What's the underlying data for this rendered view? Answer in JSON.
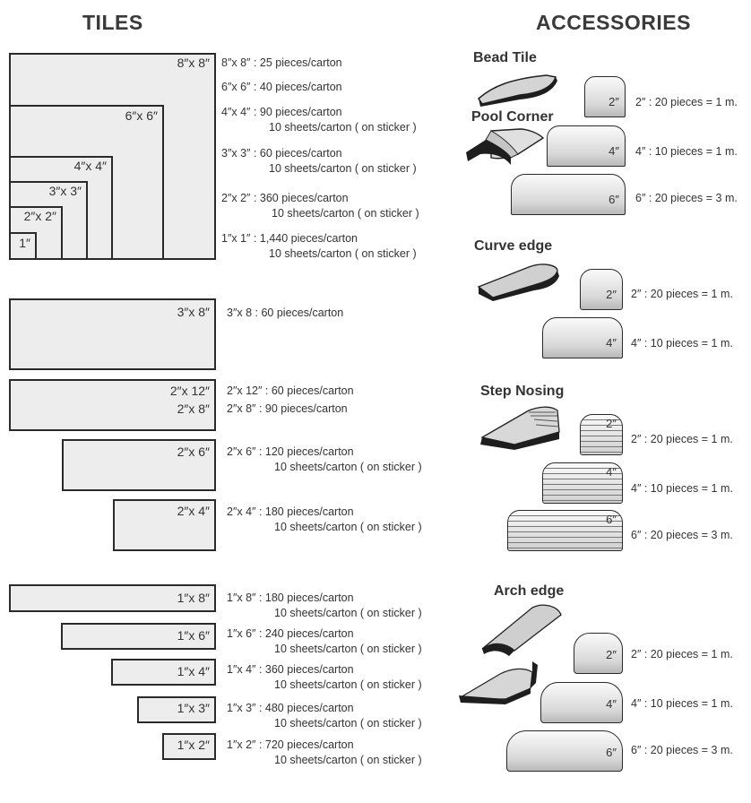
{
  "headings": {
    "tiles": "TILES",
    "accessories": "ACCESSORIES"
  },
  "nested_tiles": {
    "labels": [
      "8″x 8″",
      "6″x 6″",
      "4″x 4″",
      "3″x 3″",
      "2″x 2″",
      "1″"
    ],
    "specs": [
      {
        "line1": "8″x 8″ :  25 pieces/carton",
        "line2": ""
      },
      {
        "line1": "6″x 6″ :  40 pieces/carton",
        "line2": ""
      },
      {
        "line1": "4″x 4″ :  90 pieces/carton",
        "line2": "10 sheets/carton ( on sticker )"
      },
      {
        "line1": "3″x 3″ :  60 pieces/carton",
        "line2": "10 sheets/carton ( on sticker )"
      },
      {
        "line1": "2″x 2″ :  360 pieces/carton",
        "line2": "10 sheets/carton ( on sticker )"
      },
      {
        "line1": "1″x 1″ :  1,440 pieces/carton",
        "line2": "10 sheets/carton ( on sticker )"
      }
    ]
  },
  "rect_tiles": [
    {
      "label": "3″x 8″",
      "line1": "3″x 8 :   60 pieces/carton",
      "line2": ""
    },
    {
      "label": "2″x 12″",
      "line1": "2″x 12″ :  60 pieces/carton",
      "line2": ""
    },
    {
      "label": "2″x 8″",
      "line1": "2″x  8″ :  90 pieces/carton",
      "line2": ""
    },
    {
      "label": "2″x 6″",
      "line1": "2″x 6″ :  120 pieces/carton",
      "line2": "10 sheets/carton ( on sticker )"
    },
    {
      "label": "2″x 4″",
      "line1": "2″x 4″ :  180 pieces/carton",
      "line2": "10 sheets/carton ( on sticker )"
    },
    {
      "label": "1″x 8″",
      "line1": "1″x 8″ :  180 pieces/carton",
      "line2": "10 sheets/carton ( on sticker )"
    },
    {
      "label": "1″x 6″",
      "line1": "1″x 6″ :  240 pieces/carton",
      "line2": "10 sheets/carton ( on sticker )"
    },
    {
      "label": "1″x 4″",
      "line1": "1″x 4″ :  360 pieces/carton",
      "line2": "10 sheets/carton ( on sticker )"
    },
    {
      "label": "1″x 3″",
      "line1": "1″x 3″ :  480 pieces/carton",
      "line2": "10 sheets/carton ( on sticker )"
    },
    {
      "label": "1″x 2″",
      "line1": "1″x 2″ :  720 pieces/carton",
      "line2": "10 sheets/carton ( on sticker )"
    }
  ],
  "accessories": [
    {
      "title": "Bead Tile",
      "items": [
        {
          "size": "2″",
          "spec": "2″  :  20 pieces = 1 m."
        }
      ]
    },
    {
      "title": "Pool Corner",
      "items": [
        {
          "size": "4″",
          "spec": "4″  :  10 pieces = 1 m."
        },
        {
          "size": "6″",
          "spec": "6″  :  20 pieces = 3 m."
        }
      ]
    },
    {
      "title": "Curve edge",
      "items": [
        {
          "size": "2″",
          "spec": "2″  :  20 pieces = 1 m."
        },
        {
          "size": "4″",
          "spec": "4″  :  10 pieces = 1 m."
        }
      ]
    },
    {
      "title": "Step Nosing",
      "items": [
        {
          "size": "2″",
          "spec": "2″  :  20 pieces = 1 m."
        },
        {
          "size": "4″",
          "spec": "4″  :  10 pieces = 1 m."
        },
        {
          "size": "6″",
          "spec": "6″  :  20 pieces = 3 m."
        }
      ]
    },
    {
      "title": "Arch edge",
      "items": [
        {
          "size": "2″",
          "spec": "2″  :  20 pieces = 1 m."
        },
        {
          "size": "4″",
          "spec": "4″  :  10 pieces = 1 m."
        },
        {
          "size": "6″",
          "spec": "6″  :  20 pieces = 3 m."
        }
      ]
    }
  ]
}
